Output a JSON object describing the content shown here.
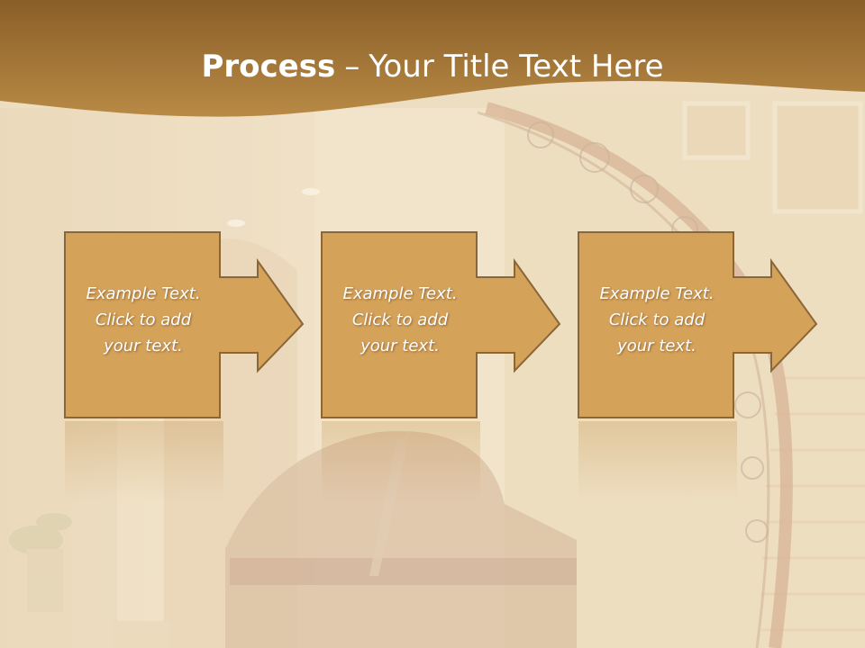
{
  "slide": {
    "title_bold": "Process",
    "title_separator": "–",
    "title_rest": "Your Title Text Here"
  },
  "colors": {
    "header": "#a97a35",
    "box_fill": "#d5a25a",
    "box_border": "#8a6638",
    "title_text": "#ffffff"
  },
  "steps": [
    {
      "line1": "Example Text.",
      "line2": "Click  to add",
      "line3": "your text."
    },
    {
      "line1": "Example Text.",
      "line2": "Click  to add",
      "line3": "your text."
    },
    {
      "line1": "Example Text.",
      "line2": "Click  to add",
      "line3": "your text."
    }
  ],
  "background": {
    "scene": "staircase-piano-photo"
  }
}
